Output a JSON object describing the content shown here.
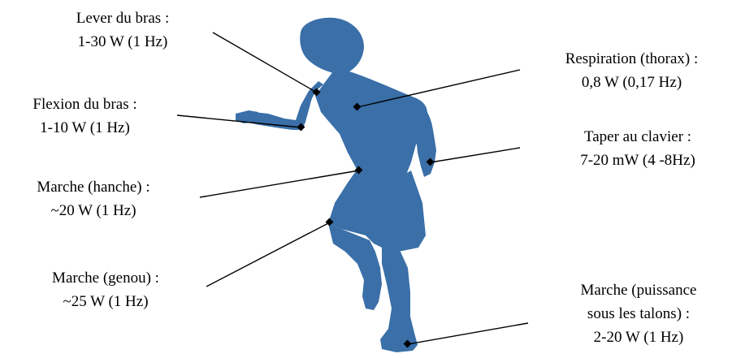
{
  "colors": {
    "silhouette": "#3A6FA8",
    "leader_line": "#000000",
    "marker": "#000000"
  },
  "annotations": [
    {
      "id": "lever-du-bras",
      "lines": [
        "Lever du bras :",
        "1-30 W (1 Hz)"
      ]
    },
    {
      "id": "flexion-du-bras",
      "lines": [
        "Flexion du bras :",
        "1-10 W (1 Hz)"
      ]
    },
    {
      "id": "marche-hanche",
      "lines": [
        "Marche (hanche) :",
        "~20 W (1 Hz)"
      ]
    },
    {
      "id": "marche-genou",
      "lines": [
        "Marche (genou) :",
        "~25 W (1 Hz)"
      ]
    },
    {
      "id": "respiration-thorax",
      "lines": [
        "Respiration (thorax) :",
        "0,8 W (0,17 Hz)"
      ]
    },
    {
      "id": "taper-au-clavier",
      "lines": [
        "Taper au clavier :",
        "7-20 mW (4 -8Hz)"
      ]
    },
    {
      "id": "marche-puissance-talons",
      "lines": [
        "Marche (puissance",
        "sous les talons) :",
        "2-20 W (1 Hz)"
      ]
    }
  ]
}
